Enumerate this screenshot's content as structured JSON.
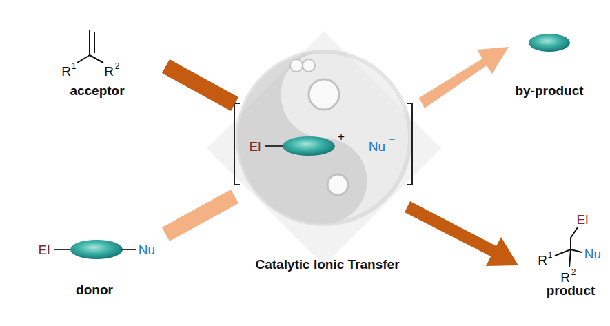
{
  "diagram": {
    "labels": [
      "R",
      "1",
      "R",
      "2",
      "acceptor",
      "El",
      "+",
      "Nu",
      "−",
      "by-product",
      "El",
      "Nu",
      "donor",
      "Catalytic Ionic Transfer",
      "El",
      "R",
      "1",
      "Nu",
      "R",
      "2",
      "product"
    ]
  }
}
